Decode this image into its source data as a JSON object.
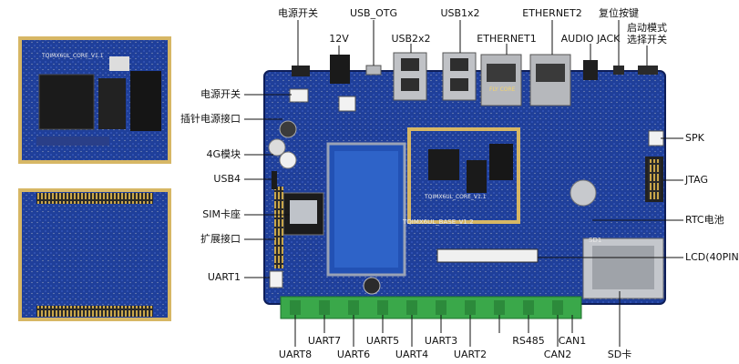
{
  "figure": {
    "top_labels": {
      "power_switch": "电源开关",
      "v12": "12V",
      "usb_otg": "USB_OTG",
      "usb1x2": "USB1x2",
      "usb2x2": "USB2x2",
      "ethernet1": "ETHERNET1",
      "ethernet2": "ETHERNET2",
      "audio_jack": "AUDIO JACK",
      "reset_key": "复位按键",
      "boot_mode": "启动模式\n选择开关"
    },
    "left_labels": {
      "power_switch": "电源开关",
      "pin_power": "插针电源接口",
      "module_4g": "4G模块",
      "usb4": "USB4",
      "sim": "SIM卡座",
      "expansion": "扩展接口",
      "uart1": "UART1"
    },
    "right_labels": {
      "spk": "SPK",
      "jtag": "JTAG",
      "rtc": "RTC电池",
      "lcd": "LCD(40PIN"
    },
    "bottom_labels": {
      "uart8": "UART8",
      "uart7": "UART7",
      "uart6": "UART6",
      "uart5": "UART5",
      "uart4": "UART4",
      "uart3": "UART3",
      "uart2": "UART2",
      "rs485": "RS485",
      "can2": "CAN2",
      "can1": "CAN1",
      "sd": "SD卡"
    },
    "pcb_silkscreen": {
      "core_top": "TQIMX6UL_CORE_V1.1",
      "base": "TQIMX6UL_BASE_V1.2",
      "core_on_base": "TQIMX6UL_CORE_V1.1",
      "sd": "SD1",
      "eth_chip": "FLY CORE"
    },
    "colors": {
      "pcb_blue": "#1f3f9a",
      "pcb_dark": "#14286e",
      "gold": "#c9a64a",
      "green_terminal": "#3aa84a",
      "metal": "#b7b9bd"
    }
  }
}
